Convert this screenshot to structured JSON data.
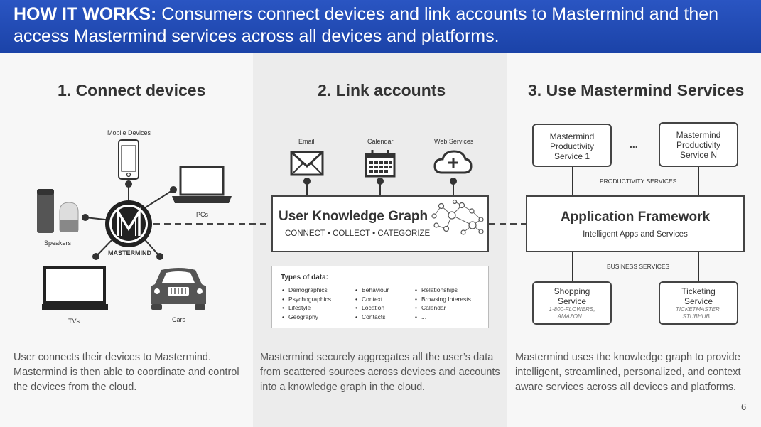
{
  "header": {
    "lead": "HOW IT WORKS:",
    "text": " Consumers connect devices and link accounts to Mastermind and then access Mastermind services across all devices and platforms."
  },
  "steps": [
    {
      "title": "1. Connect devices",
      "description": "User connects their devices to Mastermind. Mastermind is then able to coordinate and control the devices from the cloud."
    },
    {
      "title": "2. Link accounts",
      "description": "Mastermind securely aggregates all the user’s data from scattered sources across devices and accounts into a knowledge graph in the cloud."
    },
    {
      "title": "3. Use Mastermind Services",
      "description": "Mastermind uses the knowledge graph to provide intelligent, streamlined, personalized, and context aware services across all devices and platforms."
    }
  ],
  "devices": {
    "mobile": "Mobile Devices",
    "pcs": "PCs",
    "speakers": "Speakers",
    "hub": "MASTERMIND",
    "tvs": "TVs",
    "cars": "Cars"
  },
  "accounts": {
    "email": "Email",
    "calendar": "Calendar",
    "web": "Web Services"
  },
  "graph": {
    "title": "User Knowledge Graph",
    "subtitle": "CONNECT • COLLECT • CATEGORIZE"
  },
  "types": {
    "title": "Types of data:",
    "col1": [
      "Demographics",
      "Psychographics",
      "Lifestyle",
      "Geography"
    ],
    "col2": [
      "Behaviour",
      "Context",
      "Location",
      "Contacts"
    ],
    "col3": [
      "Relationships",
      "Browsing Interests",
      "Calendar",
      "..."
    ]
  },
  "services": {
    "prod1": "Mastermind Productivity Service 1",
    "ellipsis": "...",
    "prodN": "Mastermind Productivity Service N",
    "productivity_label": "PRODUCTIVITY SERVICES",
    "framework_title": "Application Framework",
    "framework_sub": "Intelligent Apps and Services",
    "business_label": "BUSINESS SERVICES",
    "shopping": "Shopping Service",
    "shopping_sub": "1-800-FLOWERS, AMAZON...",
    "ticketing": "Ticketing Service",
    "ticketing_sub": "TICKETMASTER, STUBHUB..."
  },
  "page_number": "6"
}
